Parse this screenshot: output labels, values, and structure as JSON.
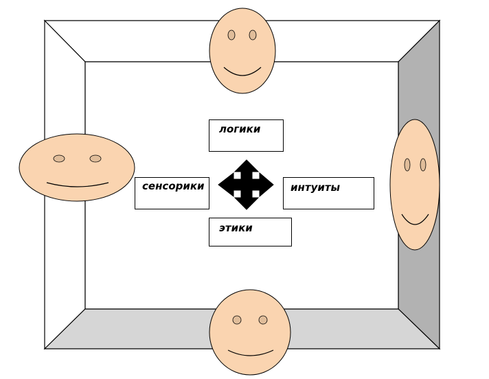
{
  "labels": {
    "logic": "логики",
    "intuition": "интуиты",
    "sensing": "сенсорики",
    "ethics": "этики"
  },
  "colors": {
    "face_fill": "#fad4b0",
    "face_eye": "#e0bd9a",
    "frame_right": "#b2b2b2",
    "frame_bottom": "#d6d6d6",
    "frame_left": "#ffffff",
    "frame_top": "#ffffff",
    "arrow": "#000000"
  },
  "icons": [
    "smiley-face-icon",
    "four-way-arrow-icon"
  ]
}
